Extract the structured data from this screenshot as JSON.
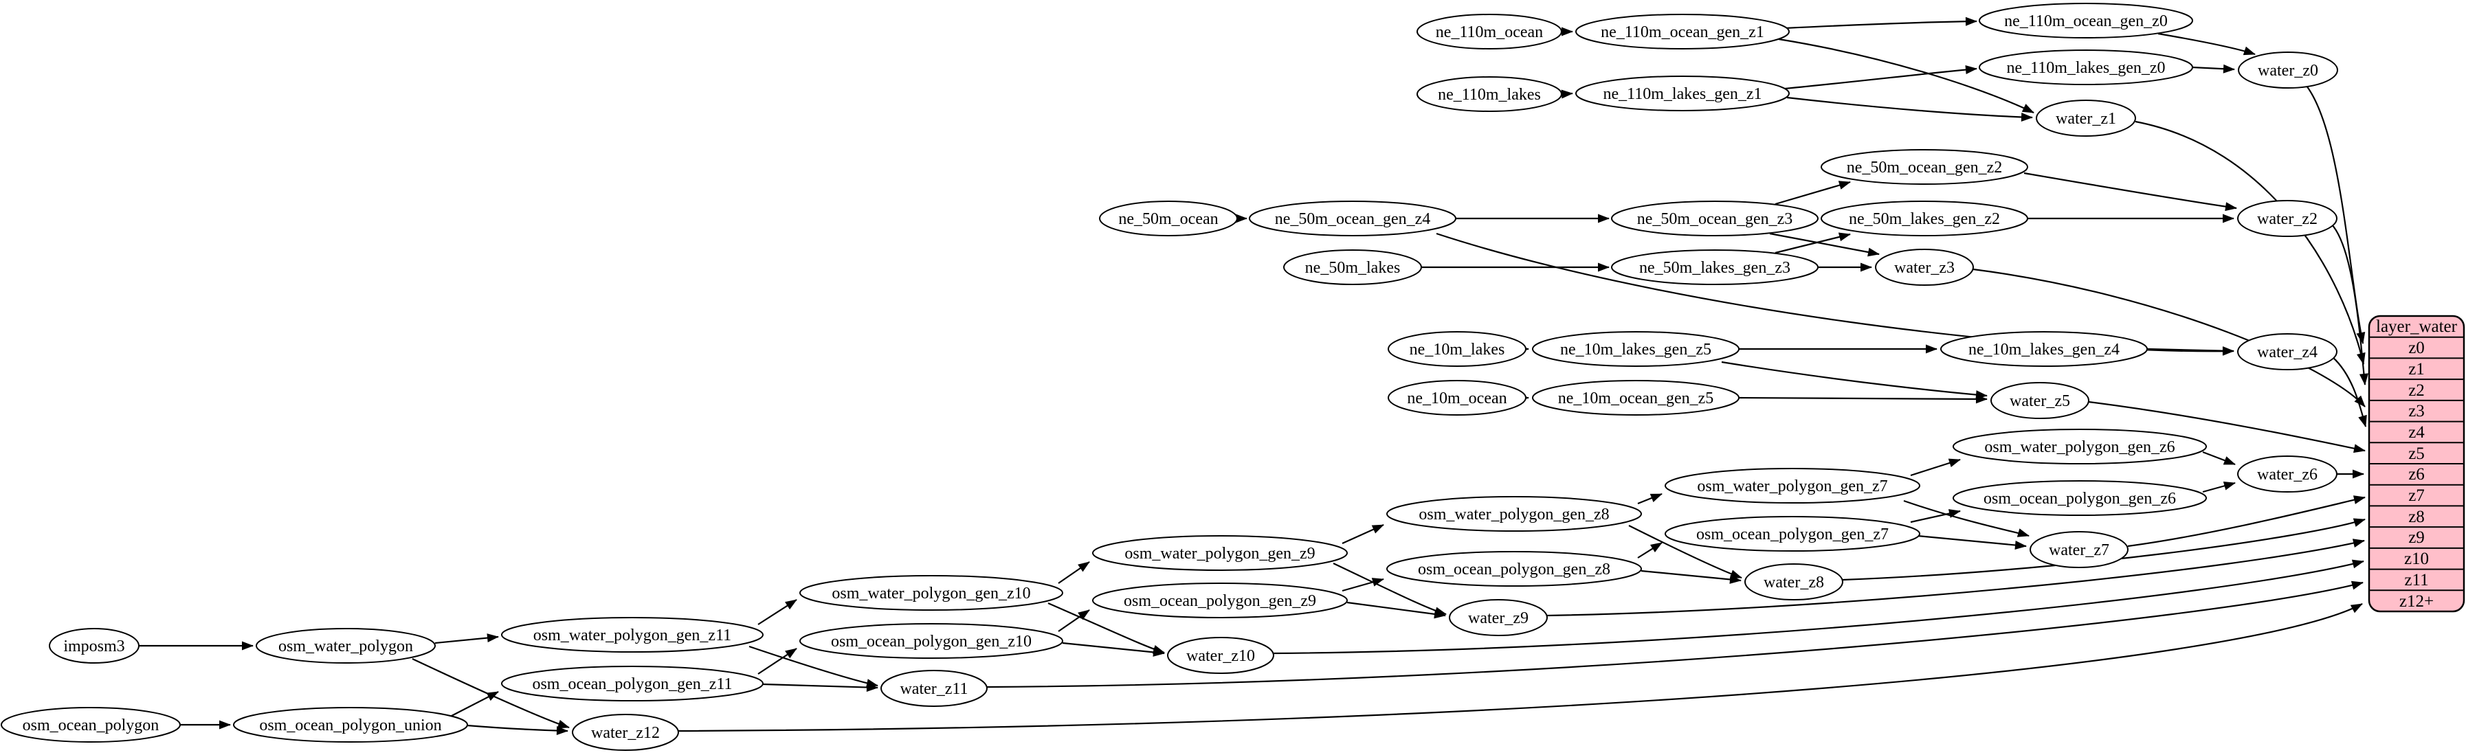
{
  "diagram": {
    "background": "#ffffff",
    "node_fill": "#ffffff",
    "node_stroke": "#000000",
    "edge_color": "#000000",
    "nodes": {
      "ne_110m_ocean": "ne_110m_ocean",
      "ne_110m_ocean_gen_z1": "ne_110m_ocean_gen_z1",
      "ne_110m_ocean_gen_z0": "ne_110m_ocean_gen_z0",
      "ne_110m_lakes": "ne_110m_lakes",
      "ne_110m_lakes_gen_z1": "ne_110m_lakes_gen_z1",
      "ne_110m_lakes_gen_z0": "ne_110m_lakes_gen_z0",
      "water_z0": "water_z0",
      "water_z1": "water_z1",
      "ne_50m_ocean": "ne_50m_ocean",
      "ne_50m_ocean_gen_z4": "ne_50m_ocean_gen_z4",
      "ne_50m_ocean_gen_z3": "ne_50m_ocean_gen_z3",
      "ne_50m_ocean_gen_z2": "ne_50m_ocean_gen_z2",
      "ne_50m_lakes": "ne_50m_lakes",
      "ne_50m_lakes_gen_z3": "ne_50m_lakes_gen_z3",
      "ne_50m_lakes_gen_z2": "ne_50m_lakes_gen_z2",
      "water_z2": "water_z2",
      "water_z3": "water_z3",
      "ne_10m_lakes": "ne_10m_lakes",
      "ne_10m_lakes_gen_z5": "ne_10m_lakes_gen_z5",
      "ne_10m_lakes_gen_z4": "ne_10m_lakes_gen_z4",
      "ne_10m_ocean": "ne_10m_ocean",
      "ne_10m_ocean_gen_z5": "ne_10m_ocean_gen_z5",
      "water_z4": "water_z4",
      "water_z5": "water_z5",
      "osm_water_polygon_gen_z6": "osm_water_polygon_gen_z6",
      "osm_water_polygon_gen_z7": "osm_water_polygon_gen_z7",
      "osm_water_polygon_gen_z8": "osm_water_polygon_gen_z8",
      "osm_water_polygon_gen_z9": "osm_water_polygon_gen_z9",
      "osm_water_polygon_gen_z10": "osm_water_polygon_gen_z10",
      "osm_water_polygon_gen_z11": "osm_water_polygon_gen_z11",
      "osm_ocean_polygon_gen_z6": "osm_ocean_polygon_gen_z6",
      "osm_ocean_polygon_gen_z7": "osm_ocean_polygon_gen_z7",
      "osm_ocean_polygon_gen_z8": "osm_ocean_polygon_gen_z8",
      "osm_ocean_polygon_gen_z9": "osm_ocean_polygon_gen_z9",
      "osm_ocean_polygon_gen_z10": "osm_ocean_polygon_gen_z10",
      "osm_ocean_polygon_gen_z11": "osm_ocean_polygon_gen_z11",
      "water_z6": "water_z6",
      "water_z7": "water_z7",
      "water_z8": "water_z8",
      "water_z9": "water_z9",
      "water_z10": "water_z10",
      "water_z11": "water_z11",
      "water_z12": "water_z12",
      "imposm3": "imposm3",
      "osm_water_polygon": "osm_water_polygon",
      "osm_ocean_polygon": "osm_ocean_polygon",
      "osm_ocean_polygon_union": "osm_ocean_polygon_union"
    },
    "table": {
      "title": "layer_water",
      "fill": "#ffbfca",
      "stroke": "#000000",
      "rows": [
        "z0",
        "z1",
        "z2",
        "z3",
        "z4",
        "z5",
        "z6",
        "z7",
        "z8",
        "z9",
        "z10",
        "z11",
        "z12+"
      ]
    },
    "edges": [
      [
        "ne_110m_ocean",
        "ne_110m_ocean_gen_z1"
      ],
      [
        "ne_110m_ocean_gen_z1",
        "ne_110m_ocean_gen_z0"
      ],
      [
        "ne_110m_ocean_gen_z1",
        "water_z1"
      ],
      [
        "ne_110m_lakes",
        "ne_110m_lakes_gen_z1"
      ],
      [
        "ne_110m_lakes_gen_z1",
        "ne_110m_lakes_gen_z0"
      ],
      [
        "ne_110m_lakes_gen_z1",
        "water_z1"
      ],
      [
        "ne_110m_ocean_gen_z0",
        "water_z0"
      ],
      [
        "ne_110m_lakes_gen_z0",
        "water_z0"
      ],
      [
        "water_z0",
        "layer_water.z0"
      ],
      [
        "water_z1",
        "layer_water.z1"
      ],
      [
        "ne_50m_ocean",
        "ne_50m_ocean_gen_z4"
      ],
      [
        "ne_50m_ocean_gen_z4",
        "ne_50m_ocean_gen_z3"
      ],
      [
        "ne_50m_ocean_gen_z4",
        "water_z4"
      ],
      [
        "ne_50m_ocean_gen_z3",
        "ne_50m_ocean_gen_z2"
      ],
      [
        "ne_50m_ocean_gen_z3",
        "water_z3"
      ],
      [
        "ne_50m_ocean_gen_z2",
        "water_z2"
      ],
      [
        "ne_50m_lakes",
        "ne_50m_lakes_gen_z3"
      ],
      [
        "ne_50m_lakes_gen_z3",
        "ne_50m_lakes_gen_z2"
      ],
      [
        "ne_50m_lakes_gen_z3",
        "water_z3"
      ],
      [
        "ne_50m_lakes_gen_z2",
        "water_z2"
      ],
      [
        "water_z2",
        "layer_water.z2"
      ],
      [
        "water_z3",
        "layer_water.z3"
      ],
      [
        "ne_10m_lakes",
        "ne_10m_lakes_gen_z5"
      ],
      [
        "ne_10m_lakes_gen_z5",
        "ne_10m_lakes_gen_z4"
      ],
      [
        "ne_10m_lakes_gen_z5",
        "water_z5"
      ],
      [
        "ne_10m_lakes_gen_z4",
        "water_z4"
      ],
      [
        "ne_10m_ocean",
        "ne_10m_ocean_gen_z5"
      ],
      [
        "ne_10m_ocean_gen_z5",
        "water_z5"
      ],
      [
        "water_z4",
        "layer_water.z4"
      ],
      [
        "water_z5",
        "layer_water.z5"
      ],
      [
        "imposm3",
        "osm_water_polygon"
      ],
      [
        "osm_water_polygon",
        "osm_water_polygon_gen_z11"
      ],
      [
        "osm_water_polygon",
        "water_z12"
      ],
      [
        "osm_ocean_polygon",
        "osm_ocean_polygon_union"
      ],
      [
        "osm_ocean_polygon_union",
        "osm_ocean_polygon_gen_z11"
      ],
      [
        "osm_ocean_polygon_union",
        "water_z12"
      ],
      [
        "osm_water_polygon_gen_z11",
        "osm_water_polygon_gen_z10"
      ],
      [
        "osm_water_polygon_gen_z11",
        "water_z11"
      ],
      [
        "osm_ocean_polygon_gen_z11",
        "osm_ocean_polygon_gen_z10"
      ],
      [
        "osm_ocean_polygon_gen_z11",
        "water_z11"
      ],
      [
        "osm_water_polygon_gen_z10",
        "osm_water_polygon_gen_z9"
      ],
      [
        "osm_water_polygon_gen_z10",
        "water_z10"
      ],
      [
        "osm_ocean_polygon_gen_z10",
        "osm_ocean_polygon_gen_z9"
      ],
      [
        "osm_ocean_polygon_gen_z10",
        "water_z10"
      ],
      [
        "osm_water_polygon_gen_z9",
        "osm_water_polygon_gen_z8"
      ],
      [
        "osm_water_polygon_gen_z9",
        "water_z9"
      ],
      [
        "osm_ocean_polygon_gen_z9",
        "osm_ocean_polygon_gen_z8"
      ],
      [
        "osm_ocean_polygon_gen_z9",
        "water_z9"
      ],
      [
        "osm_water_polygon_gen_z8",
        "osm_water_polygon_gen_z7"
      ],
      [
        "osm_water_polygon_gen_z8",
        "water_z8"
      ],
      [
        "osm_ocean_polygon_gen_z8",
        "osm_ocean_polygon_gen_z7"
      ],
      [
        "osm_ocean_polygon_gen_z8",
        "water_z8"
      ],
      [
        "osm_water_polygon_gen_z7",
        "osm_water_polygon_gen_z6"
      ],
      [
        "osm_water_polygon_gen_z7",
        "water_z7"
      ],
      [
        "osm_ocean_polygon_gen_z7",
        "osm_ocean_polygon_gen_z6"
      ],
      [
        "osm_ocean_polygon_gen_z7",
        "water_z7"
      ],
      [
        "osm_water_polygon_gen_z6",
        "water_z6"
      ],
      [
        "osm_ocean_polygon_gen_z6",
        "water_z6"
      ],
      [
        "water_z6",
        "layer_water.z6"
      ],
      [
        "water_z7",
        "layer_water.z7"
      ],
      [
        "water_z8",
        "layer_water.z8"
      ],
      [
        "water_z9",
        "layer_water.z9"
      ],
      [
        "water_z10",
        "layer_water.z10"
      ],
      [
        "water_z11",
        "layer_water.z11"
      ],
      [
        "water_z12",
        "layer_water.z12+"
      ]
    ]
  }
}
